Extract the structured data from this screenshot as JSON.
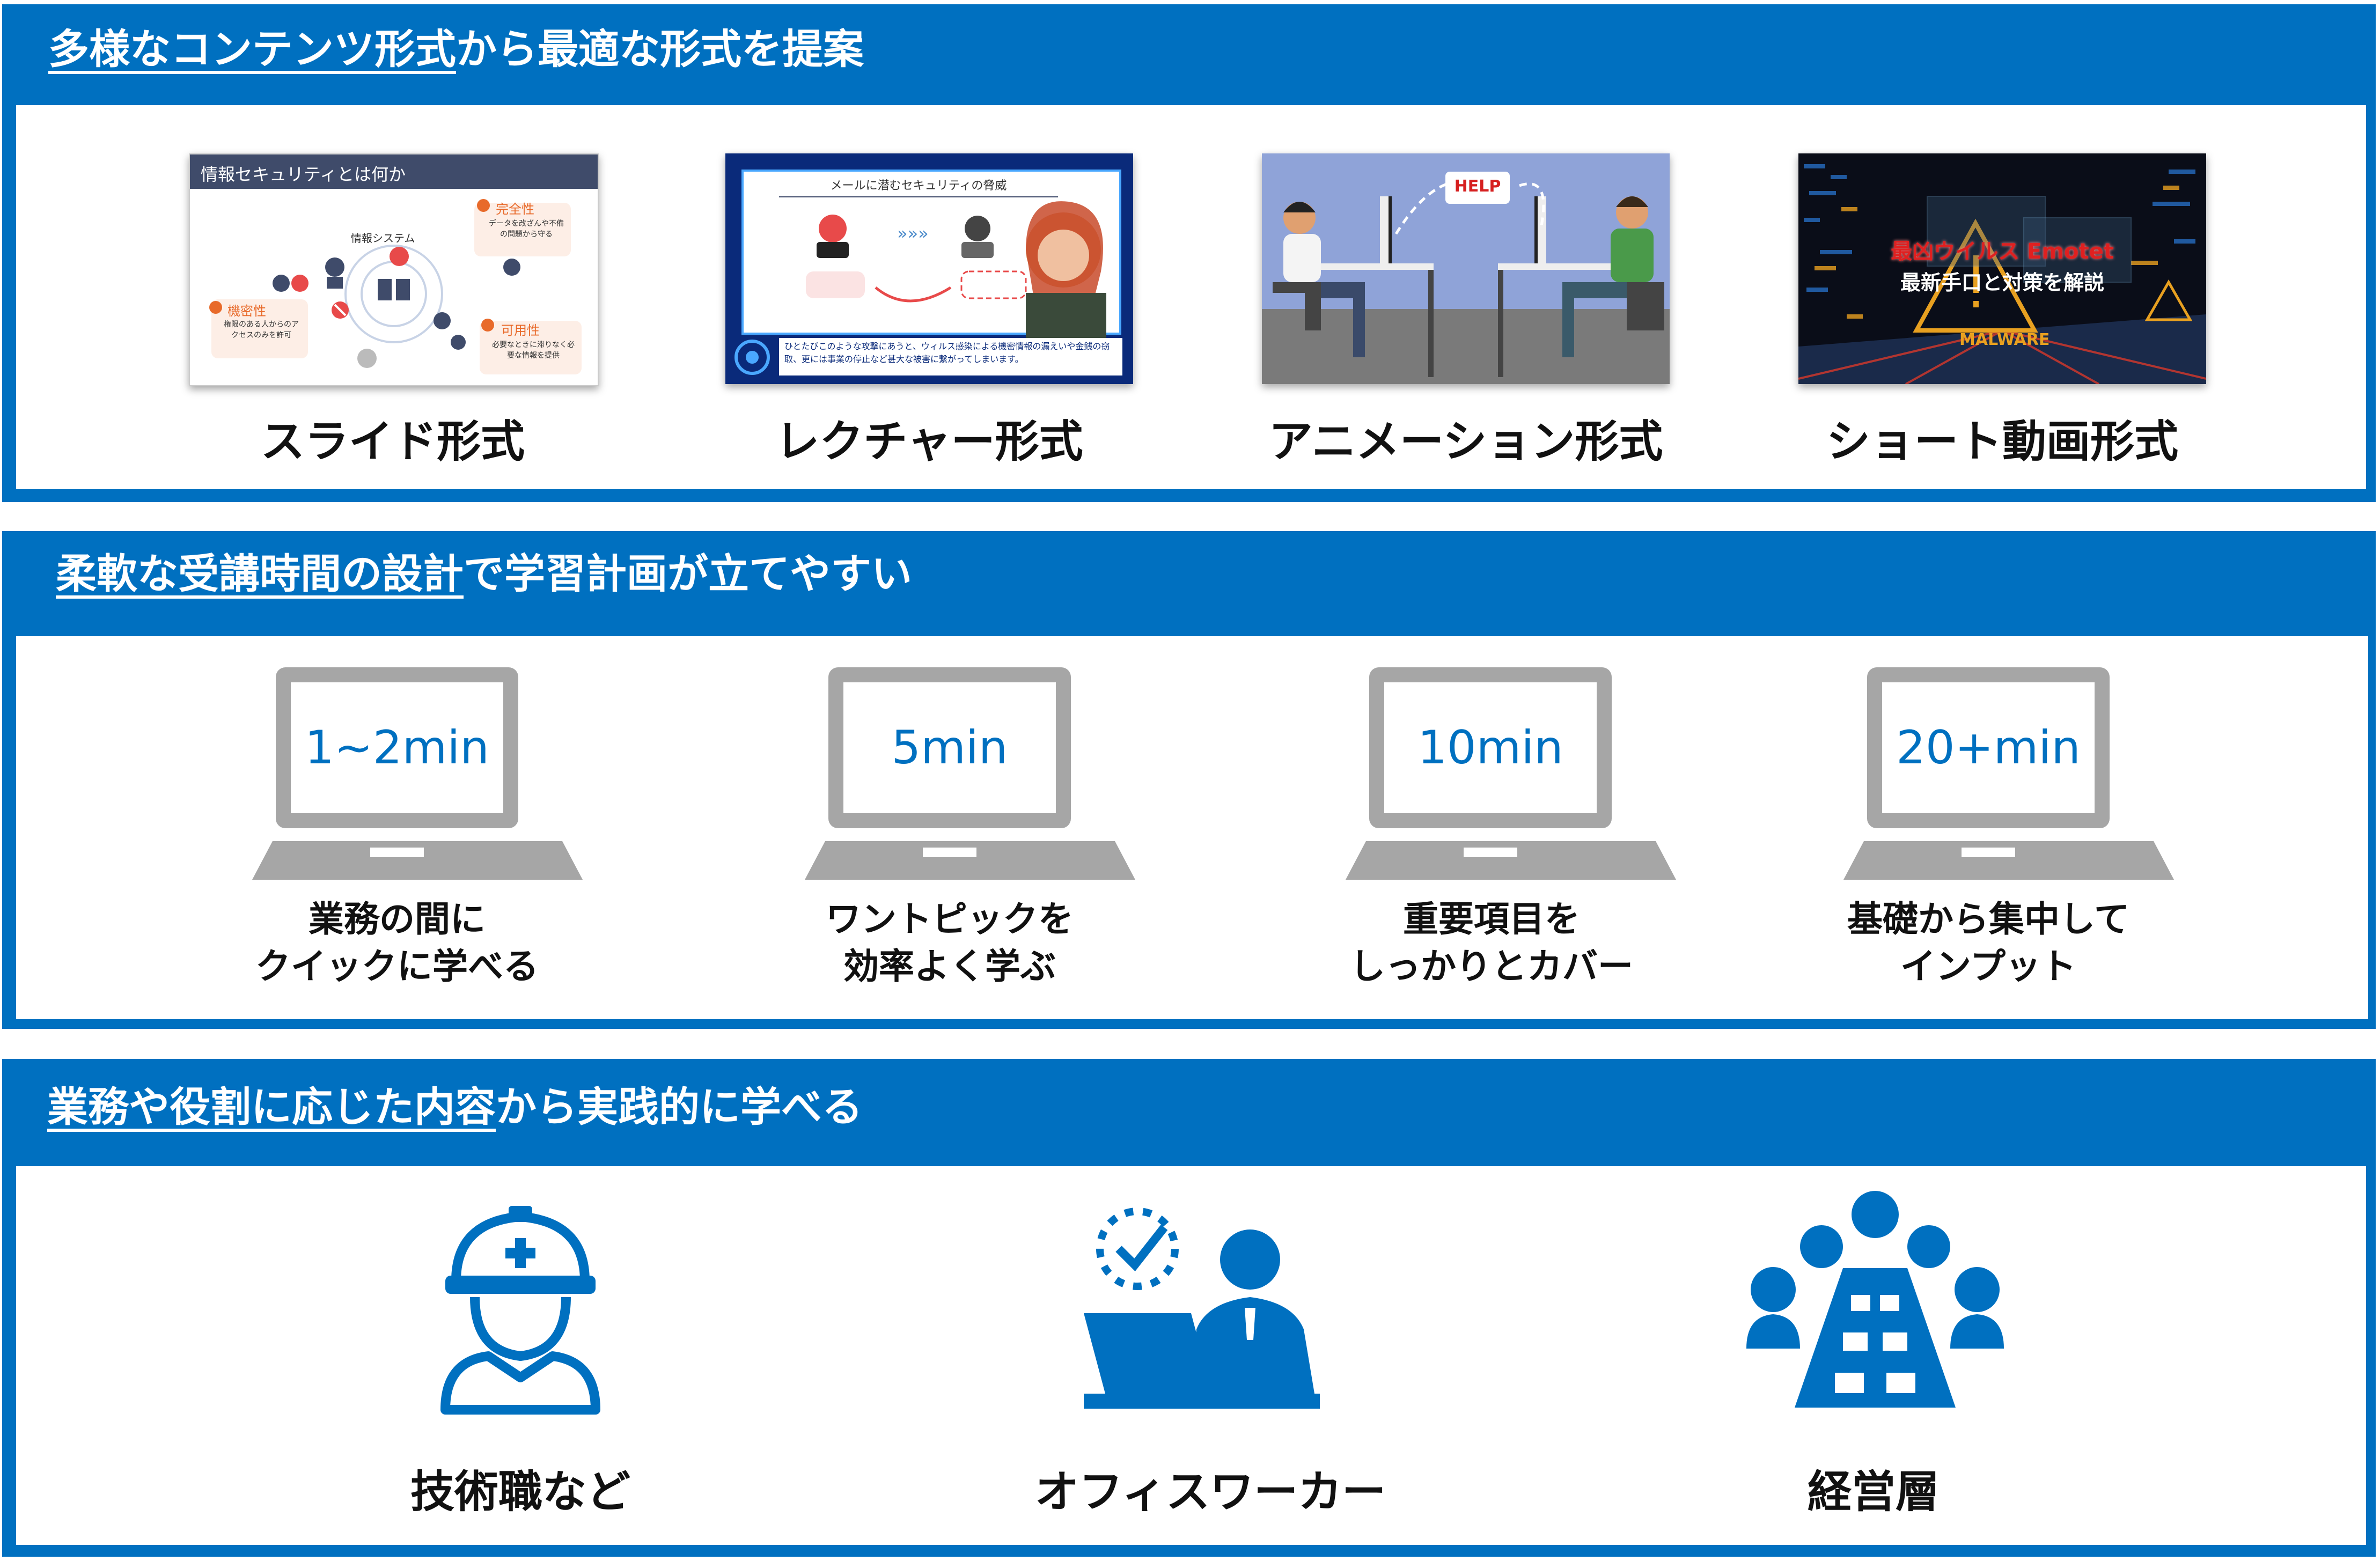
{
  "sections": [
    {
      "title_underlined": "多様なコンテンツ形式",
      "title_rest": "から最適な形式を提案",
      "formats": [
        {
          "label": "スライド形式",
          "icon": "slide-thumbnail",
          "thumb": {
            "heading": "情報セキュリティとは何か",
            "center": "情報システム",
            "items": [
              "完全性",
              "機密性",
              "可用性"
            ],
            "notes": [
              "データを改ざんや不備の問題から守る",
              "権限のある人からのアクセスのみを許可",
              "必要なときに滞りなく必要な情報を提供"
            ]
          }
        },
        {
          "label": "レクチャー形式",
          "icon": "lecture-thumbnail",
          "thumb": {
            "heading": "メールに潜むセキュリティの脅威",
            "subtitle": "ひとたびこのような攻撃にあうと、ウィルス感染による機密情報の漏えいや金銭の窃取、更には事業の停止など甚大な被害に繋がってしまいます。"
          }
        },
        {
          "label": "アニメーション形式",
          "icon": "animation-thumbnail",
          "thumb": {
            "bubble": "HELP"
          }
        },
        {
          "label": "ショート動画形式",
          "icon": "short-video-thumbnail",
          "thumb": {
            "line1": "最凶ウイルス Emotet",
            "line2": "最新手口と対策を解説",
            "warning": "MALWARE"
          }
        }
      ]
    },
    {
      "title_underlined": "柔軟な受講時間の設計",
      "title_rest": "で学習計画が立てやすい",
      "durations": [
        {
          "time": "1~2min",
          "line1": "業務の間に",
          "line2": "クイックに学べる"
        },
        {
          "time": "5min",
          "line1": "ワントピックを",
          "line2": "効率よく学ぶ"
        },
        {
          "time": "10min",
          "line1": "重要項目を",
          "line2": "しっかりとカバー"
        },
        {
          "time": "20+min",
          "line1": "基礎から集中して",
          "line2": "インプット"
        }
      ]
    },
    {
      "title_underlined": "業務や役割に応じた内容",
      "title_rest": "から実践的に学べる",
      "roles": [
        {
          "label": "技術職など",
          "icon": "hardhat-worker-icon"
        },
        {
          "label": "オフィスワーカー",
          "icon": "office-worker-icon"
        },
        {
          "label": "経営層",
          "icon": "executive-meeting-icon"
        }
      ]
    }
  ],
  "colors": {
    "accent": "#0070c0",
    "laptop": "#a6a6a6",
    "text": "#111111"
  }
}
